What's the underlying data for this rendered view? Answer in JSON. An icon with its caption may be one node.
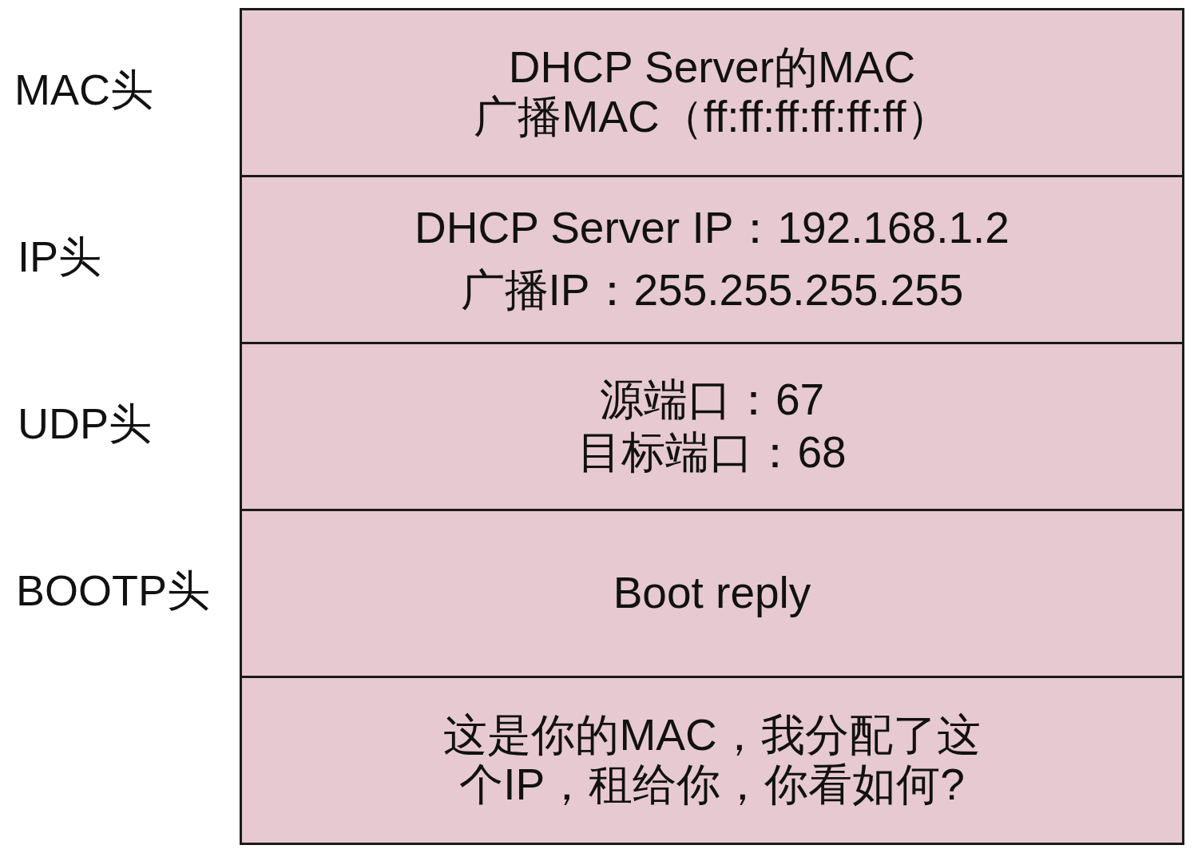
{
  "diagram": {
    "nodes": [
      {
        "text": [
          "DHCP Server的MAC",
          "广播MAC（ff:ff:ff:ff:ff:ff）"
        ],
        "beside": [
          "MAC头"
        ]
      },
      {
        "text": [
          "DHCP Server IP：192.168.1.2",
          "广播IP：255.255.255.255"
        ],
        "beside": [
          "IP头"
        ]
      },
      {
        "text": [
          "源端口：67",
          "目标端口：68"
        ],
        "beside": [
          "UDP头"
        ]
      },
      {
        "text": [
          "Boot reply"
        ],
        "beside": [
          "BOOTP头"
        ]
      },
      {
        "text": [
          "这是你的MAC，我分配了这个IP，租给你，你看如何?"
        ]
      }
    ]
  }
}
